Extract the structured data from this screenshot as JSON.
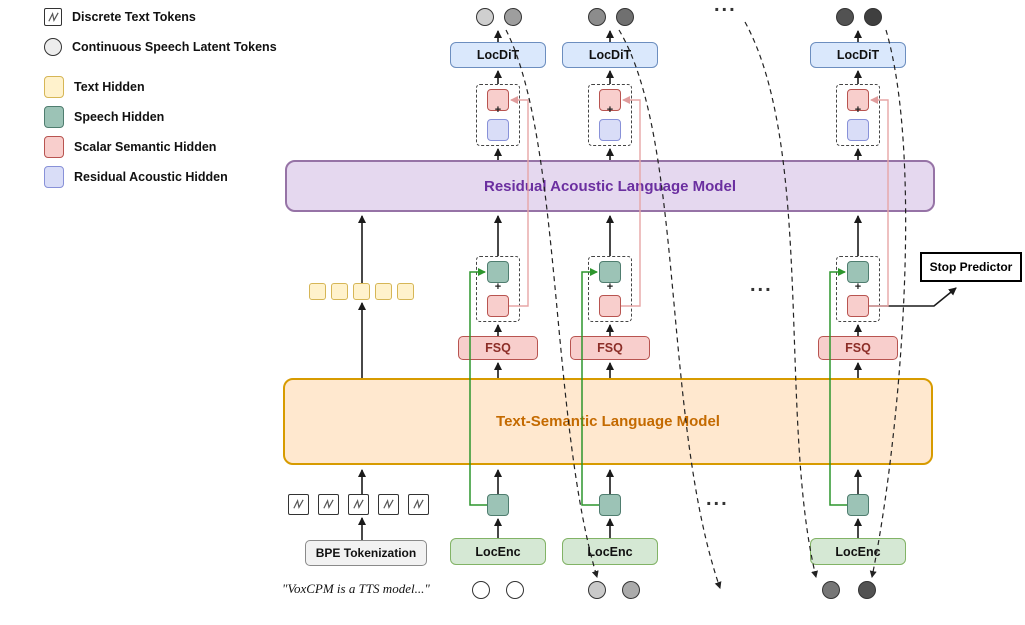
{
  "legend": {
    "items": [
      {
        "name": "discrete-text-tokens",
        "label": "Discrete Text Tokens"
      },
      {
        "name": "continuous-speech-latent-tokens",
        "label": "Continuous Speech Latent Tokens"
      },
      {
        "name": "text-hidden",
        "label": "Text Hidden",
        "color": "#fff2cc"
      },
      {
        "name": "speech-hidden",
        "label": "Speech Hidden",
        "color": "#9cc3b6"
      },
      {
        "name": "scalar-semantic-hidden",
        "label": "Scalar Semantic Hidden",
        "color": "#f8cecc"
      },
      {
        "name": "residual-acoustic-hidden",
        "label": "Residual Acoustic Hidden",
        "color": "#d9ddf7"
      }
    ]
  },
  "models": {
    "residual_acoustic_lm": "Residual Acoustic Language Model",
    "text_semantic_lm": "Text-Semantic Language Model"
  },
  "blocks": {
    "locdit": "LocDiT",
    "locenc": "LocEnc",
    "fsq": "FSQ",
    "bpe_tokenization": "BPE Tokenization",
    "stop_predictor": "Stop Predictor",
    "plus": "+",
    "ellipsis": "..."
  },
  "input_text": "\"VoxCPM is a TTS model...\"",
  "colors": {
    "locdit_fill": "#dae8fc",
    "locdit_border": "#6c8ebf",
    "locenc_fill": "#d5e8d4",
    "locenc_border": "#82b366",
    "fsq_fill": "#f8cecc",
    "fsq_border": "#b85450",
    "residual_lm_fill": "#e5d8ef",
    "residual_lm_border": "#9673a6",
    "residual_lm_text": "#6b2fa0",
    "text_lm_fill": "#ffe8cf",
    "text_lm_border": "#d79b00",
    "text_lm_text": "#c46a00",
    "text_hidden": "#fff2cc",
    "speech_hidden": "#9cc3b6",
    "scalar_semantic_hidden": "#f8cecc",
    "residual_acoustic_hidden": "#d9ddf7",
    "skip_connection_green": "#2d962d",
    "feedback_pink": "#e7a6a6"
  }
}
